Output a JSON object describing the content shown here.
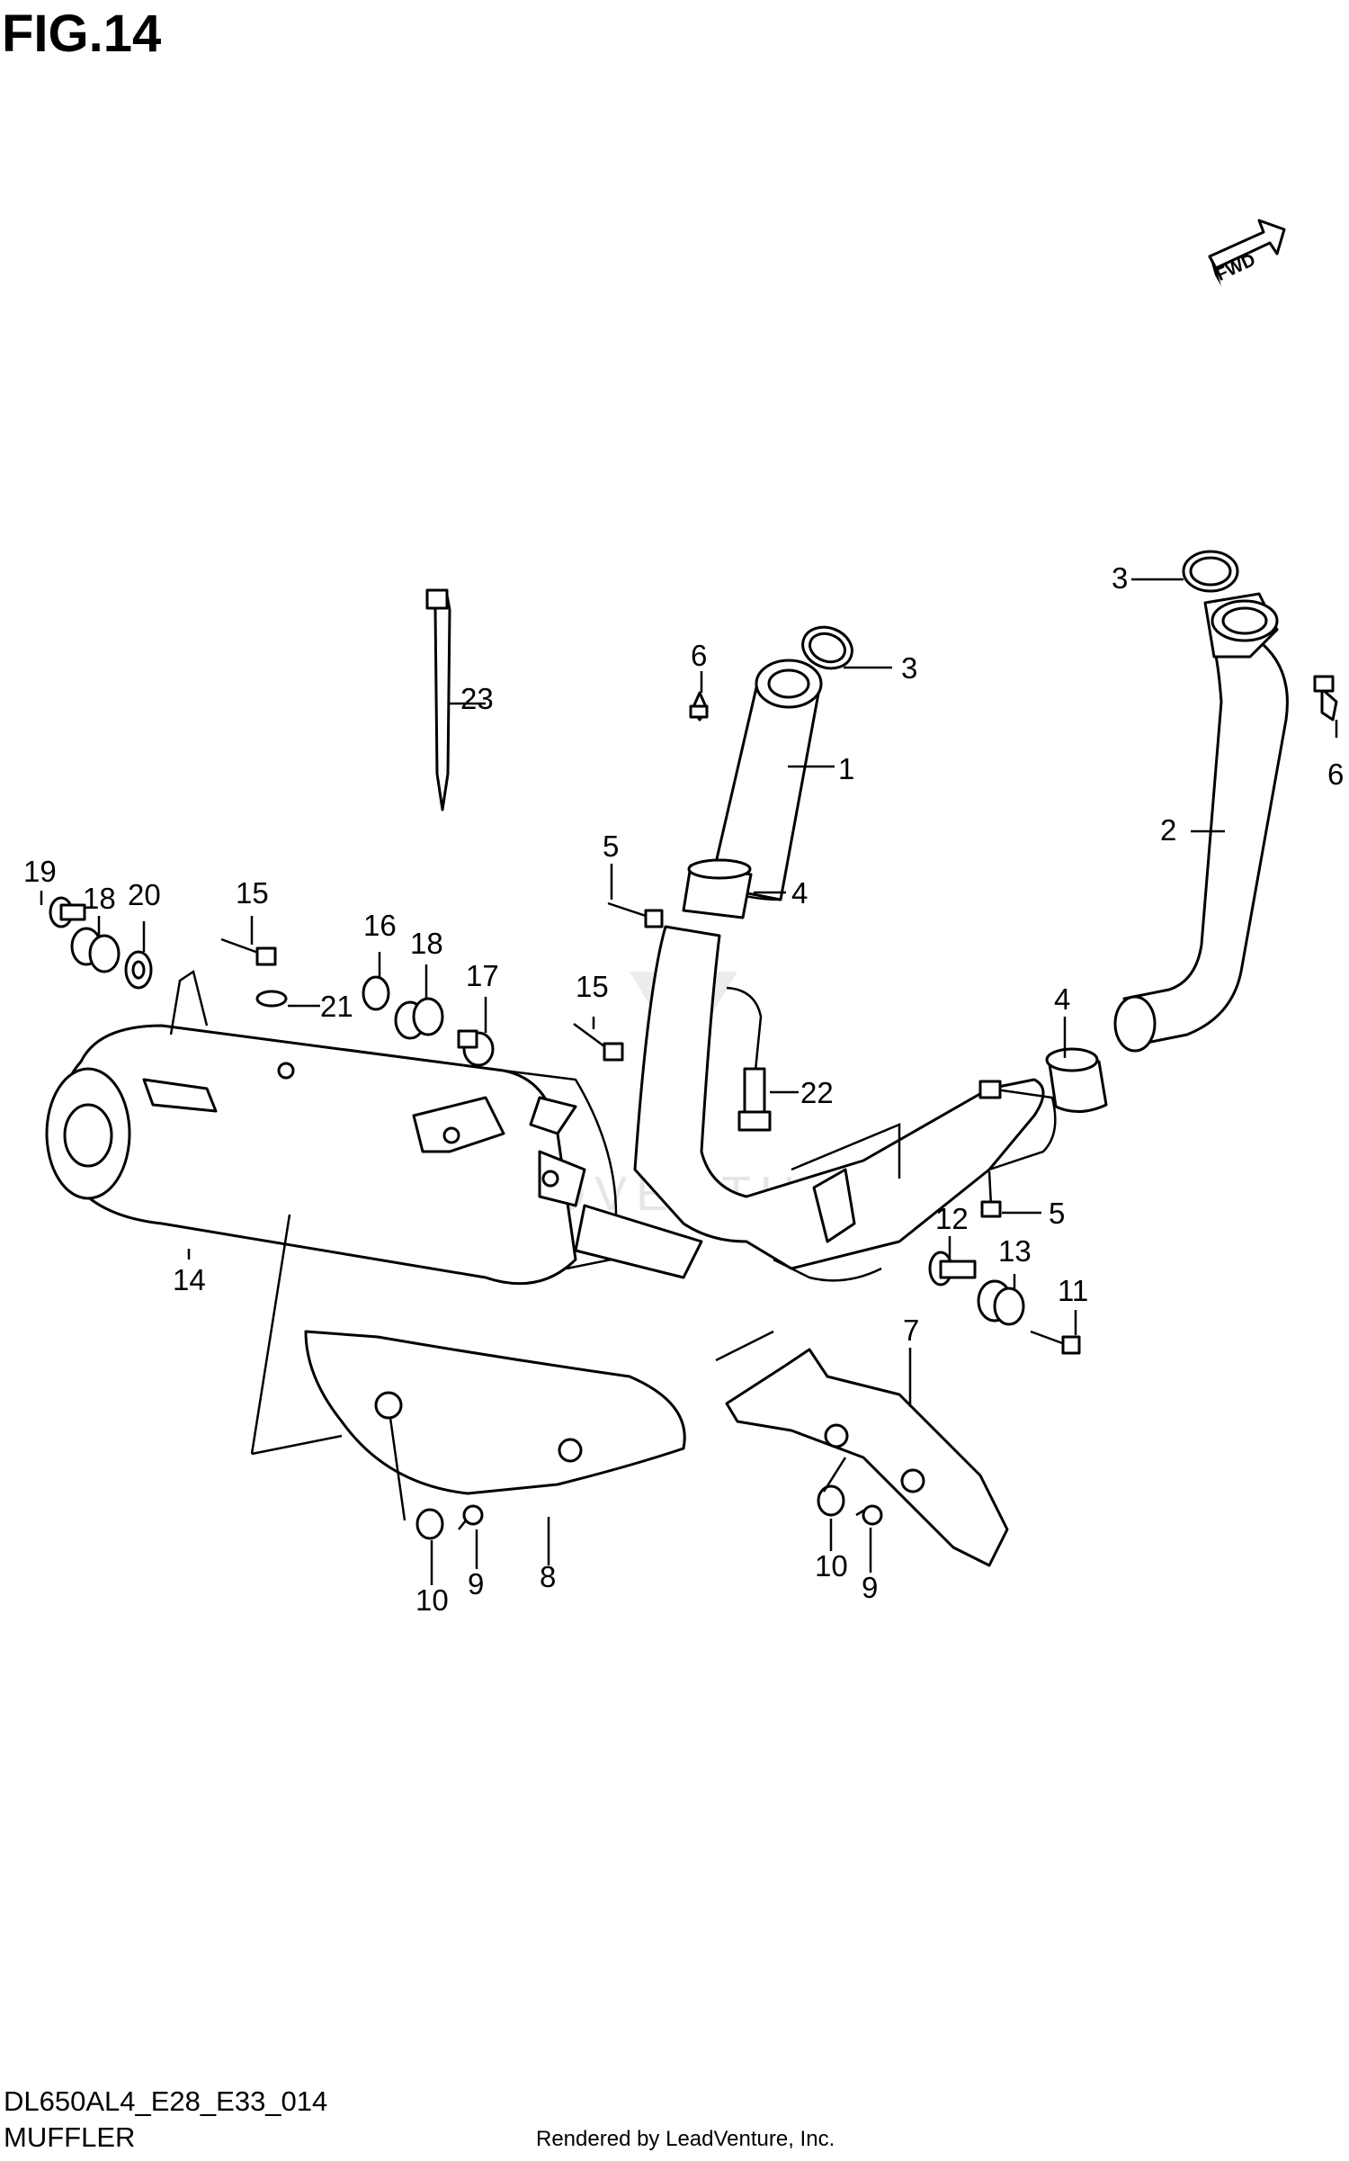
{
  "figure": {
    "title": "FIG.14",
    "model_code": "DL650AL4_E28_E33_014",
    "name": "MUFFLER",
    "rendered_by": "Rendered by LeadVenture, Inc.",
    "watermark": "LEADVENTURE",
    "fwd_label": "FWD"
  },
  "callouts": [
    {
      "id": "c3a",
      "label": "3"
    },
    {
      "id": "c3b",
      "label": "3"
    },
    {
      "id": "c6a",
      "label": "6"
    },
    {
      "id": "c6b",
      "label": "6"
    },
    {
      "id": "c1",
      "label": "1"
    },
    {
      "id": "c2",
      "label": "2"
    },
    {
      "id": "c23",
      "label": "23"
    },
    {
      "id": "c5a",
      "label": "5"
    },
    {
      "id": "c4a",
      "label": "4"
    },
    {
      "id": "c4b",
      "label": "4"
    },
    {
      "id": "c19",
      "label": "19"
    },
    {
      "id": "c18a",
      "label": "18"
    },
    {
      "id": "c20",
      "label": "20"
    },
    {
      "id": "c15a",
      "label": "15"
    },
    {
      "id": "c16",
      "label": "16"
    },
    {
      "id": "c18b",
      "label": "18"
    },
    {
      "id": "c17",
      "label": "17"
    },
    {
      "id": "c15b",
      "label": "15"
    },
    {
      "id": "c21",
      "label": "21"
    },
    {
      "id": "c22",
      "label": "22"
    },
    {
      "id": "c14",
      "label": "14"
    },
    {
      "id": "c12",
      "label": "12"
    },
    {
      "id": "c5b",
      "label": "5"
    },
    {
      "id": "c13",
      "label": "13"
    },
    {
      "id": "c11",
      "label": "11"
    },
    {
      "id": "c7",
      "label": "7"
    },
    {
      "id": "c8",
      "label": "8"
    },
    {
      "id": "c10a",
      "label": "10"
    },
    {
      "id": "c9a",
      "label": "9"
    },
    {
      "id": "c10b",
      "label": "10"
    },
    {
      "id": "c9b",
      "label": "9"
    }
  ]
}
